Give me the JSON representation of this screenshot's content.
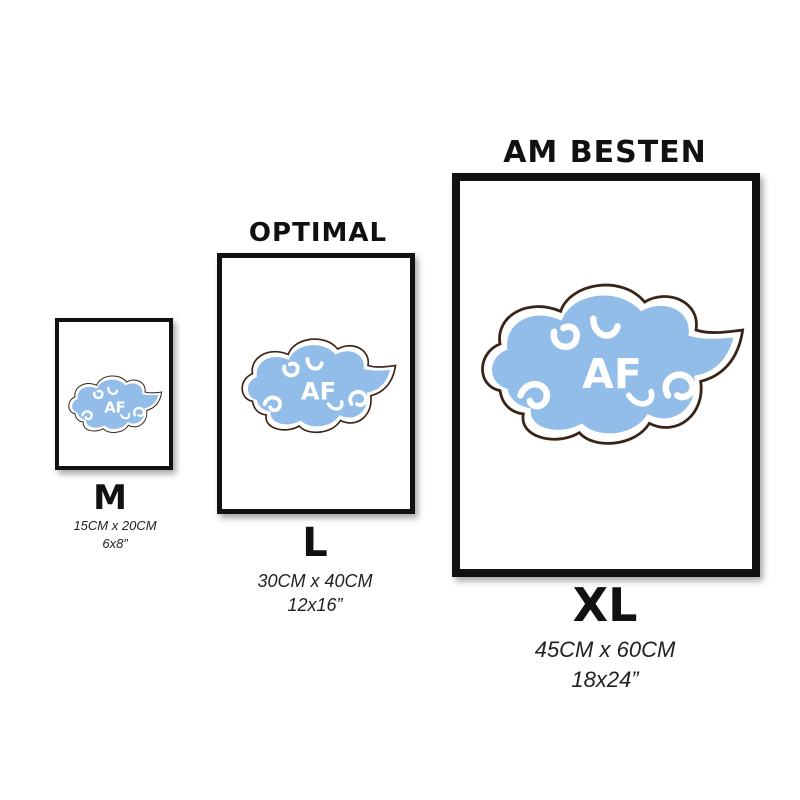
{
  "colors": {
    "cloud_fill": "#92bde9",
    "cloud_outline": "#3a2418",
    "frame_border": "#111111"
  },
  "poster": {
    "logo_text": "AF",
    "icon": "cloud-logo-icon"
  },
  "sizes": [
    {
      "heading": "",
      "letter": "M",
      "metric": "15CM x 20CM",
      "imperial": "6x8”"
    },
    {
      "heading": "OPTIMAL",
      "letter": "L",
      "metric": "30CM x 40CM",
      "imperial": "12x16”"
    },
    {
      "heading": "AM BESTEN",
      "letter": "XL",
      "metric": "45CM x 60CM",
      "imperial": "18x24”"
    }
  ]
}
